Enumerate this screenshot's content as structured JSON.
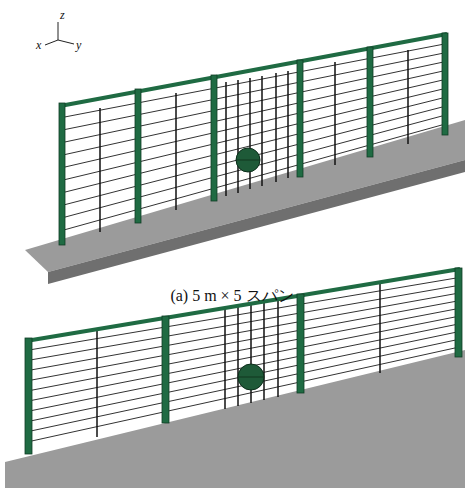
{
  "diagram": {
    "labels": [
      "z",
      "x",
      "y",
      "(a) 5 m × 5 スパン"
    ]
  }
}
